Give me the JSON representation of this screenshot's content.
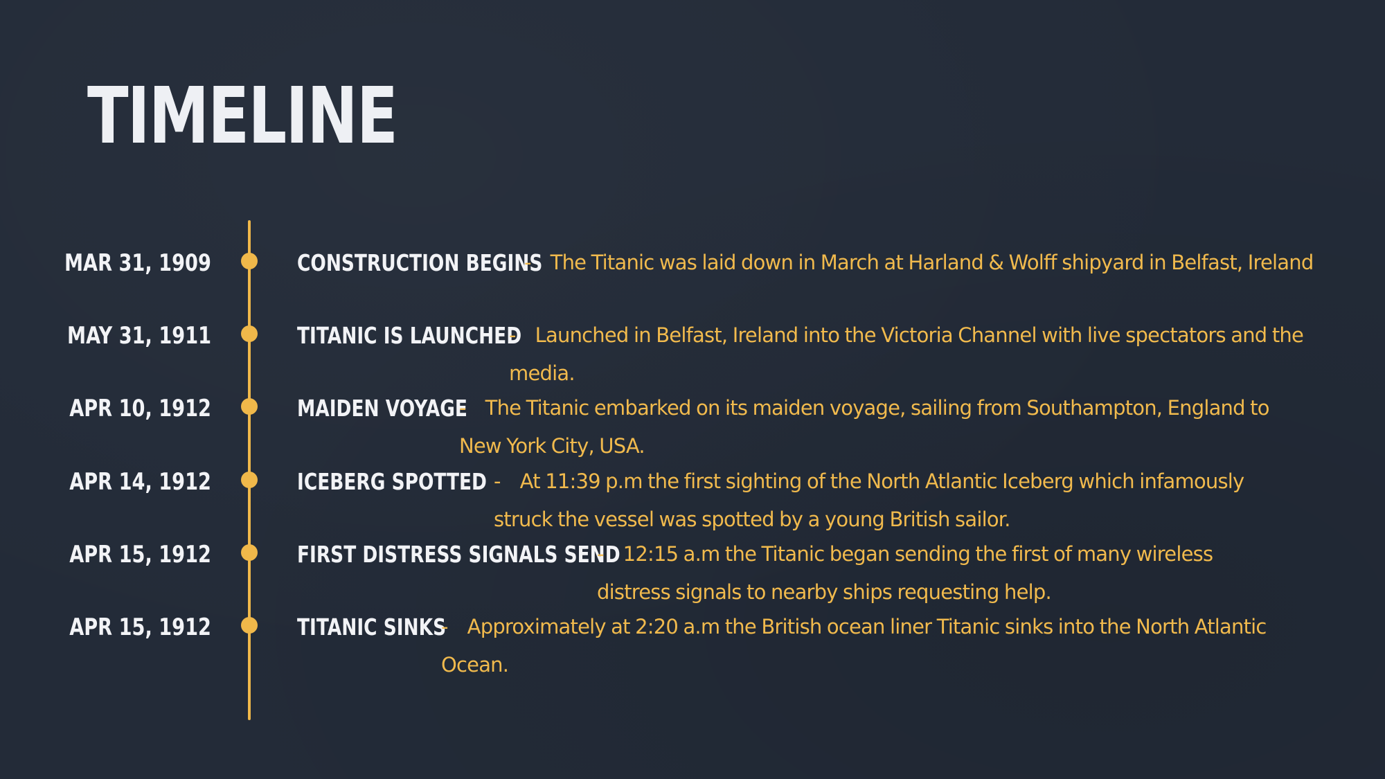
{
  "slide": {
    "title": "TIMELINE",
    "colors": {
      "background": "#232b38",
      "accent": "#f0b84a",
      "heading_text": "#f2f3f6",
      "body_text": "#f1ba4d"
    }
  },
  "timeline": {
    "events": [
      {
        "date": "MAR 31, 1909",
        "name": "CONSTRUCTION BEGINS",
        "dash": "-",
        "description": "The Titanic was laid down in March at Harland & Wolff shipyard  in Belfast, Ireland"
      },
      {
        "date": "MAY 31, 1911",
        "name": "TITANIC IS LAUNCHED",
        "dash": "-",
        "description": "Launched in Belfast, Ireland into the Victoria Channel with live spectators and the media."
      },
      {
        "date": "APR 10, 1912",
        "name": "MAIDEN VOYAGE",
        "dash": "-",
        "description": "The Titanic embarked on its maiden voyage, sailing from Southampton, England to New York City, USA."
      },
      {
        "date": "APR 14, 1912",
        "name": "ICEBERG SPOTTED",
        "dash": "-",
        "description": "At  11:39 p.m the first sighting of the North Atlantic Iceberg  which infamously struck the vessel was  spotted by a young British sailor."
      },
      {
        "date": "APR 15, 1912",
        "name": "FIRST DISTRESS SIGNALS SEND",
        "dash": "-",
        "description": "12:15 a.m the Titanic began sending the first of many wireless distress signals to nearby ships requesting help."
      },
      {
        "date": "APR 15, 1912",
        "name": "TITANIC SINKS",
        "dash": "-",
        "description": "Approximately at 2:20 a.m  the British ocean liner Titanic sinks into the North Atlantic Ocean."
      }
    ]
  }
}
